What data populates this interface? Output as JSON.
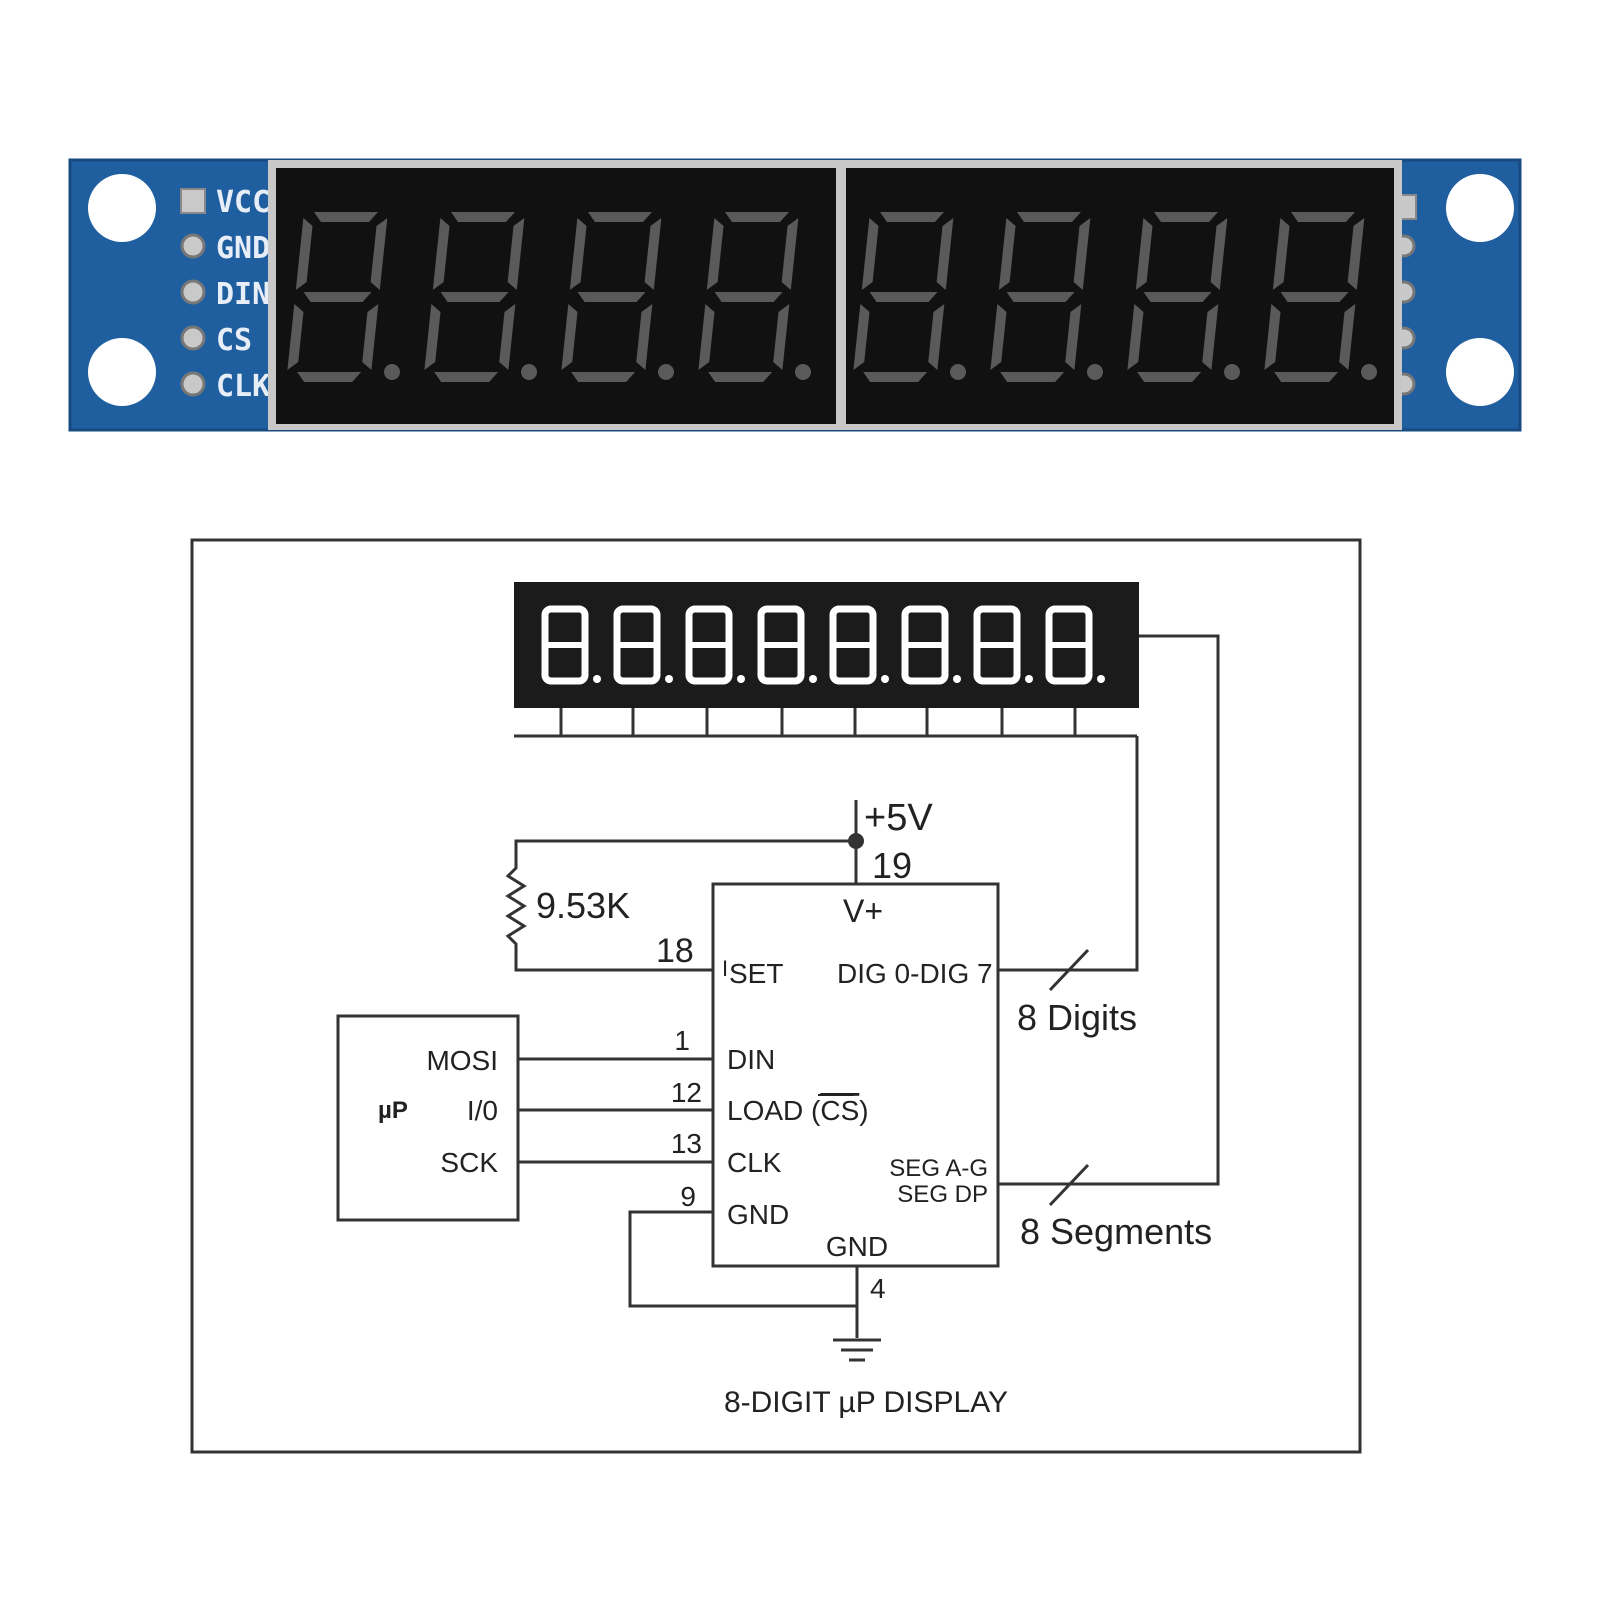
{
  "module": {
    "pcb_color": "#1f5fa0",
    "display_color": "#111111",
    "pins": [
      "VCC",
      "GND",
      "DIN",
      "CS",
      "CLK"
    ],
    "digit_count": 8
  },
  "schematic": {
    "supply_label": "+5V",
    "supply_pin": "19",
    "resistor_label": "9.53K",
    "iset_pin": "18",
    "chip_vplus": "V+",
    "chip_iset_i": "I",
    "chip_iset_rest": "SET",
    "chip_dig": "DIG 0-DIG 7",
    "chip_din": "DIN",
    "chip_load": "LOAD (",
    "chip_load_cs": "CS",
    "chip_load_close": ")",
    "chip_clk": "CLK",
    "chip_gnd_left": "GND",
    "chip_seg_ag": "SEG A-G",
    "chip_seg_dp": "SEG DP",
    "chip_gnd_bottom": "GND",
    "pin_din": "1",
    "pin_load": "12",
    "pin_clk": "13",
    "pin_gnd_left": "9",
    "pin_gnd_bottom": "4",
    "mcu_label": "µP",
    "mcu_mosi": "MOSI",
    "mcu_io": "I/0",
    "mcu_sck": "SCK",
    "digits_label": "8 Digits",
    "segments_label": "8 Segments",
    "caption": "8-DIGIT µP DISPLAY"
  }
}
